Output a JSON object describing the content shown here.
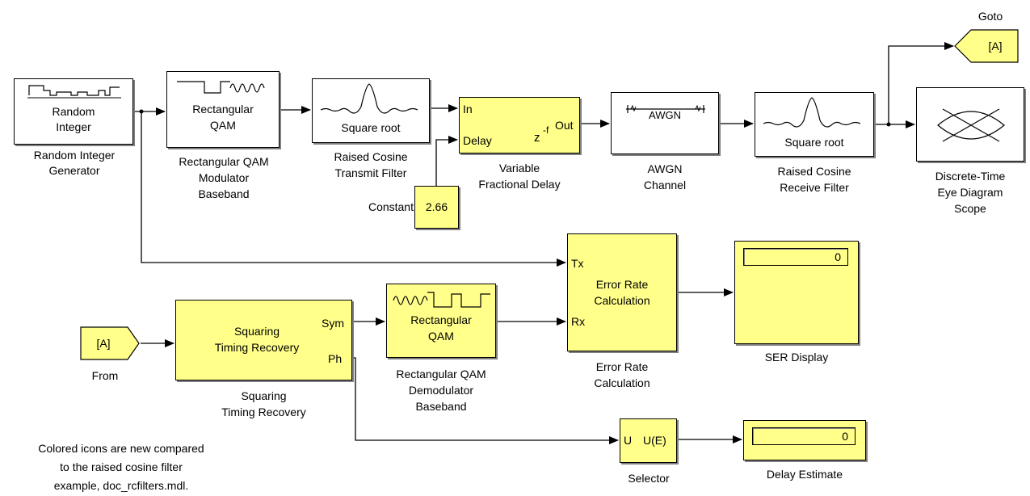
{
  "blocks": {
    "random_integer": {
      "icon_text": [
        "Random",
        "Integer"
      ],
      "label": [
        "Random Integer",
        "Generator"
      ]
    },
    "qam_mod": {
      "icon_text": [
        "Rectangular",
        "QAM"
      ],
      "label": [
        "Rectangular QAM",
        "Modulator",
        "Baseband"
      ]
    },
    "tx_filter": {
      "icon_text": "Square root",
      "label": [
        "Raised Cosine",
        "Transmit Filter"
      ]
    },
    "frac_delay": {
      "in_port": "In",
      "delay_port": "Delay",
      "out_port": "Out",
      "expr_base": "z",
      "expr_exp": "-f",
      "label": [
        "Variable",
        "Fractional Delay"
      ]
    },
    "constant": {
      "value": "2.66",
      "label": "Constant"
    },
    "awgn": {
      "icon_text": "AWGN",
      "label": [
        "AWGN",
        "Channel"
      ]
    },
    "rx_filter": {
      "icon_text": "Square root",
      "label": [
        "Raised Cosine",
        "Receive Filter"
      ]
    },
    "goto": {
      "tag": "[A]",
      "label": "Goto"
    },
    "eye_scope": {
      "label": [
        "Discrete-Time",
        "Eye Diagram",
        "Scope"
      ]
    },
    "error_rate": {
      "tx_port": "Tx",
      "rx_port": "Rx",
      "icon_text": [
        "Error Rate",
        "Calculation"
      ],
      "label": [
        "Error Rate",
        "Calculation"
      ]
    },
    "ser_display": {
      "value": "0",
      "label": "SER Display"
    },
    "from": {
      "tag": "[A]",
      "label": "From"
    },
    "timing_recovery": {
      "icon_text": [
        "Squaring",
        "Timing Recovery"
      ],
      "sym_port": "Sym",
      "ph_port": "Ph",
      "label": [
        "Squaring",
        "Timing Recovery"
      ]
    },
    "qam_demod": {
      "icon_text": [
        "Rectangular",
        "QAM"
      ],
      "label": [
        "Rectangular QAM",
        "Demodulator",
        "Baseband"
      ]
    },
    "selector": {
      "u_port": "U",
      "ue_port": "U(E)",
      "label": "Selector"
    },
    "delay_estimate": {
      "value": "0",
      "label": "Delay Estimate"
    }
  },
  "annotation": [
    "Colored icons are new compared",
    "to the raised cosine filter",
    "example, doc_rcfilters.mdl."
  ],
  "colors": {
    "new_block": "#ffff8a",
    "standard_block": "#ffffff",
    "line": "#000000"
  }
}
